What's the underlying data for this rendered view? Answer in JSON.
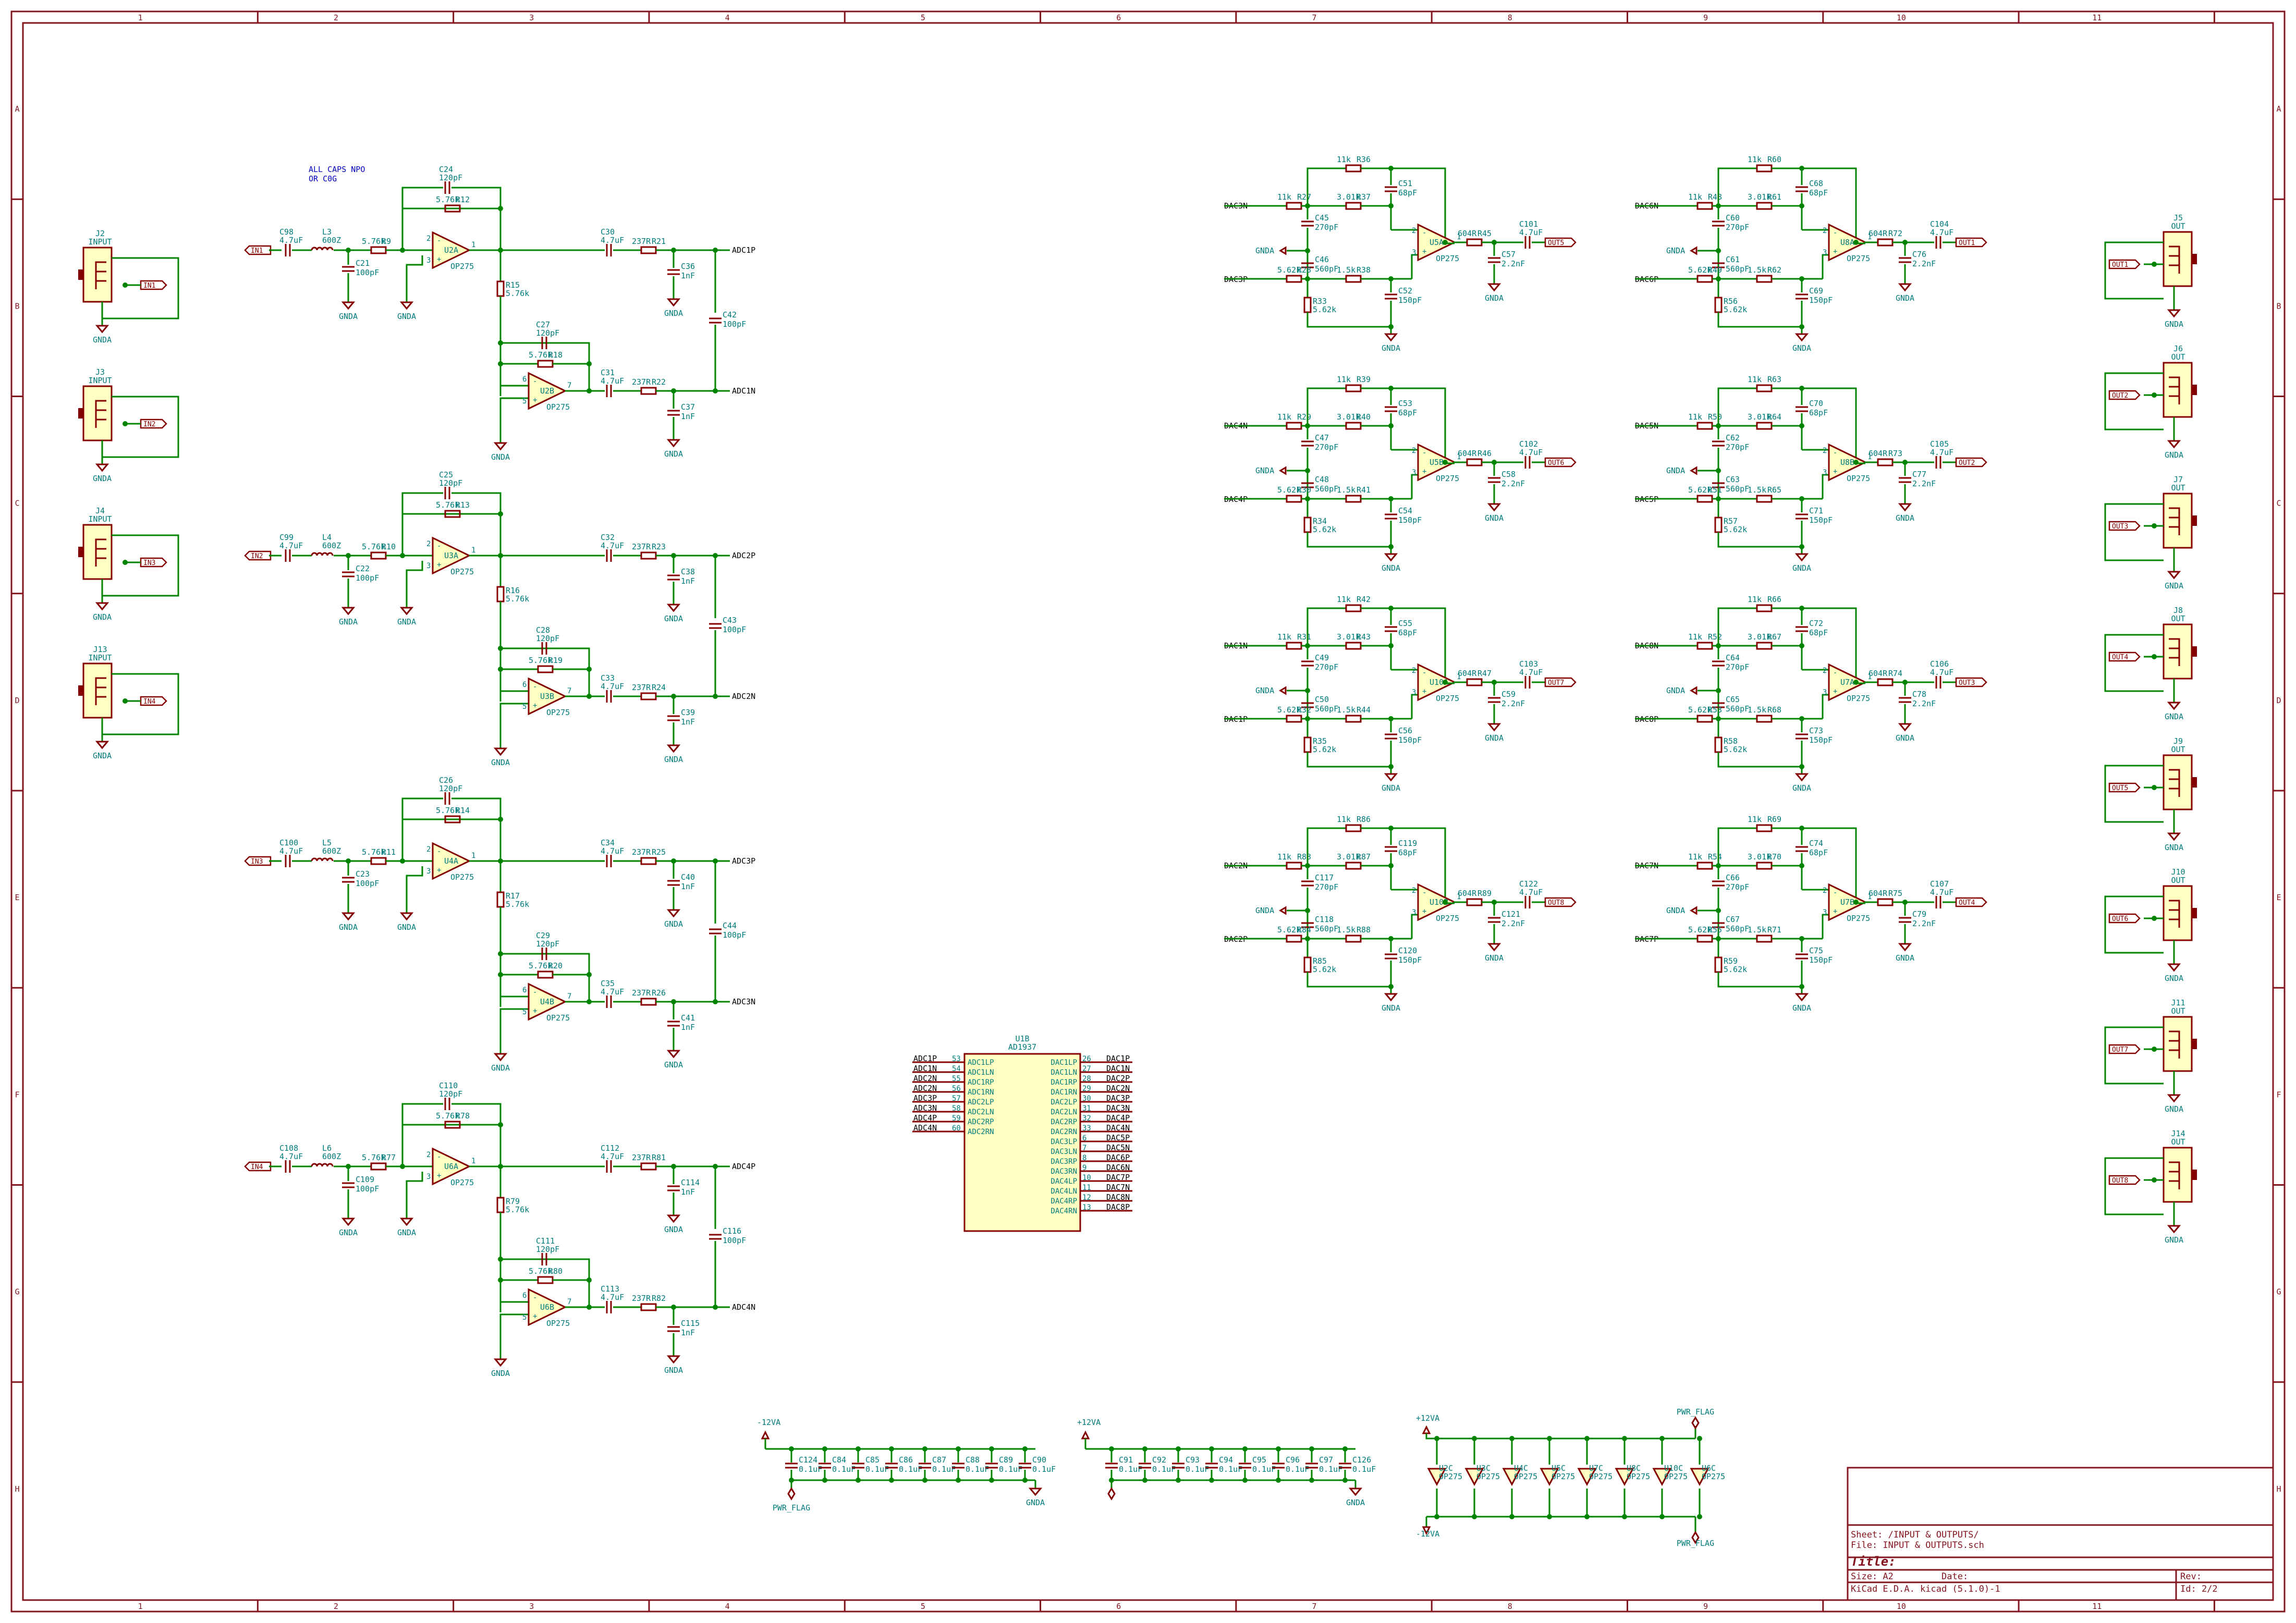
{
  "frame": {
    "col_labels": [
      "1",
      "2",
      "3",
      "4",
      "5",
      "6",
      "7",
      "8",
      "9",
      "10",
      "11"
    ],
    "row_labels": [
      "A",
      "B",
      "C",
      "D",
      "E",
      "F",
      "G",
      "H"
    ]
  },
  "note": {
    "line1": "ALL CAPS NPO",
    "line2": "OR C0G"
  },
  "inputs": [
    {
      "ref": "J2",
      "val": "INPUT",
      "net": "IN1"
    },
    {
      "ref": "J3",
      "val": "INPUT",
      "net": "IN2"
    },
    {
      "ref": "J4",
      "val": "INPUT",
      "net": "IN3"
    },
    {
      "ref": "J13",
      "val": "INPUT",
      "net": "IN4"
    }
  ],
  "outputs": [
    {
      "ref": "J5",
      "val": "OUT",
      "net": "OUT1"
    },
    {
      "ref": "J6",
      "val": "OUT",
      "net": "OUT2"
    },
    {
      "ref": "J7",
      "val": "OUT",
      "net": "OUT3"
    },
    {
      "ref": "J8",
      "val": "OUT",
      "net": "OUT4"
    },
    {
      "ref": "J9",
      "val": "OUT",
      "net": "OUT5"
    },
    {
      "ref": "J10",
      "val": "OUT",
      "net": "OUT6"
    },
    {
      "ref": "J11",
      "val": "OUT",
      "net": "OUT7"
    },
    {
      "ref": "J14",
      "val": "OUT",
      "net": "OUT8"
    }
  ],
  "adc_stages": [
    {
      "in": "IN1",
      "cin": "C98",
      "cinv": "4.7uF",
      "l": "L3",
      "lv": "600Z",
      "rin": "R9",
      "rinv": "5.76k",
      "cf": "C24",
      "cfv": "120pF",
      "rf": "R12",
      "rfv": "5.76k",
      "ua": "U2A",
      "ub": "U2B",
      "part": "OP275",
      "cg": "C21",
      "cgv": "100pF",
      "rd": "R15",
      "rdv": "5.76k",
      "cf2": "C27",
      "rf2": "R18",
      "co1": "C30",
      "co2": "C31",
      "cov": "4.7uF",
      "ro1": "R21",
      "ro2": "R22",
      "rov": "237R",
      "cs1": "C36",
      "cs2": "C37",
      "csv": "1nF",
      "cd": "C42",
      "cdv": "100pF",
      "np": "ADC1P",
      "nn": "ADC1N"
    },
    {
      "in": "IN2",
      "cin": "C99",
      "cinv": "4.7uF",
      "l": "L4",
      "lv": "600Z",
      "rin": "R10",
      "rinv": "5.76k",
      "cf": "C25",
      "cfv": "120pF",
      "rf": "R13",
      "rfv": "5.76k",
      "ua": "U3A",
      "ub": "U3B",
      "part": "OP275",
      "cg": "C22",
      "cgv": "100pF",
      "rd": "R16",
      "rdv": "5.76k",
      "cf2": "C28",
      "rf2": "R19",
      "co1": "C32",
      "co2": "C33",
      "cov": "4.7uF",
      "ro1": "R23",
      "ro2": "R24",
      "rov": "237R",
      "cs1": "C38",
      "cs2": "C39",
      "csv": "1nF",
      "cd": "C43",
      "cdv": "100pF",
      "np": "ADC2P",
      "nn": "ADC2N"
    },
    {
      "in": "IN3",
      "cin": "C100",
      "cinv": "4.7uF",
      "l": "L5",
      "lv": "600Z",
      "rin": "R11",
      "rinv": "5.76k",
      "cf": "C26",
      "cfv": "120pF",
      "rf": "R14",
      "rfv": "5.76k",
      "ua": "U4A",
      "ub": "U4B",
      "part": "OP275",
      "cg": "C23",
      "cgv": "100pF",
      "rd": "R17",
      "rdv": "5.76k",
      "cf2": "C29",
      "rf2": "R20",
      "co1": "C34",
      "co2": "C35",
      "cov": "4.7uF",
      "ro1": "R25",
      "ro2": "R26",
      "rov": "237R",
      "cs1": "C40",
      "cs2": "C41",
      "csv": "1nF",
      "cd": "C44",
      "cdv": "100pF",
      "np": "ADC3P",
      "nn": "ADC3N"
    },
    {
      "in": "IN4",
      "cin": "C108",
      "cinv": "4.7uF",
      "l": "L6",
      "lv": "600Z",
      "rin": "R77",
      "rinv": "5.76k",
      "cf": "C110",
      "cfv": "120pF",
      "rf": "R78",
      "rfv": "5.76k",
      "ua": "U6A",
      "ub": "U6B",
      "part": "OP275",
      "cg": "C109",
      "cgv": "100pF",
      "rd": "R79",
      "rdv": "5.76k",
      "cf2": "C111",
      "rf2": "R80",
      "co1": "C112",
      "co2": "C113",
      "cov": "4.7uF",
      "ro1": "R81",
      "ro2": "R82",
      "rov": "237R",
      "cs1": "C114",
      "cs2": "C115",
      "csv": "1nF",
      "cd": "C116",
      "cdv": "100pF",
      "np": "ADC4P",
      "nn": "ADC4N"
    }
  ],
  "dac_stages": [
    {
      "n": "DAC3N",
      "p": "DAC3P",
      "rt": "R36",
      "r1": "R27",
      "r2": "R37",
      "c1": "C51",
      "c2": "C45",
      "c3": "C46",
      "c4": "C52",
      "r3": "R28",
      "r4": "R38",
      "r5": "R33",
      "u": "U5A",
      "ro": "R45",
      "co": "C101",
      "cg": "C57",
      "out": "OUT5"
    },
    {
      "n": "DAC4N",
      "p": "DAC4P",
      "rt": "R39",
      "r1": "R29",
      "r2": "R40",
      "c1": "C53",
      "c2": "C47",
      "c3": "C48",
      "c4": "C54",
      "r3": "R30",
      "r4": "R41",
      "r5": "R34",
      "u": "U5B",
      "ro": "R46",
      "co": "C102",
      "cg": "C58",
      "out": "OUT6"
    },
    {
      "n": "DAC1N",
      "p": "DAC1P",
      "rt": "R42",
      "r1": "R31",
      "r2": "R43",
      "c1": "C55",
      "c2": "C49",
      "c3": "C50",
      "c4": "C56",
      "r3": "R32",
      "r4": "R44",
      "r5": "R35",
      "u": "U10A",
      "ro": "R47",
      "co": "C103",
      "cg": "C59",
      "out": "OUT7"
    },
    {
      "n": "DAC2N",
      "p": "DAC2P",
      "rt": "R86",
      "r1": "R83",
      "r2": "R87",
      "c1": "C119",
      "c2": "C117",
      "c3": "C118",
      "c4": "C120",
      "r3": "R84",
      "r4": "R88",
      "r5": "R85",
      "u": "U10B",
      "ro": "R89",
      "co": "C122",
      "cg": "C121",
      "out": "OUT8"
    },
    {
      "n": "DAC6N",
      "p": "DAC6P",
      "rt": "R60",
      "r1": "R48",
      "r2": "R61",
      "c1": "C68",
      "c2": "C60",
      "c3": "C61",
      "c4": "C69",
      "r3": "R49",
      "r4": "R62",
      "r5": "R56",
      "u": "U8A",
      "ro": "R72",
      "co": "C104",
      "cg": "C76",
      "out": "OUT1"
    },
    {
      "n": "DAC5N",
      "p": "DAC5P",
      "rt": "R63",
      "r1": "R50",
      "r2": "R64",
      "c1": "C70",
      "c2": "C62",
      "c3": "C63",
      "c4": "C71",
      "r3": "R51",
      "r4": "R65",
      "r5": "R57",
      "u": "U8B",
      "ro": "R73",
      "co": "C105",
      "cg": "C77",
      "out": "OUT2"
    },
    {
      "n": "DAC8N",
      "p": "DAC8P",
      "rt": "R66",
      "r1": "R52",
      "r2": "R67",
      "c1": "C72",
      "c2": "C64",
      "c3": "C65",
      "c4": "C73",
      "r3": "R53",
      "r4": "R68",
      "r5": "R58",
      "u": "U7A",
      "ro": "R74",
      "co": "C106",
      "cg": "C78",
      "out": "OUT3"
    },
    {
      "n": "DAC7N",
      "p": "DAC7P",
      "rt": "R69",
      "r1": "R54",
      "r2": "R70",
      "c1": "C74",
      "c2": "C66",
      "c3": "C67",
      "c4": "C75",
      "r3": "R55",
      "r4": "R71",
      "r5": "R59",
      "u": "U7B",
      "ro": "R75",
      "co": "C107",
      "cg": "C79",
      "out": "OUT4"
    }
  ],
  "dac_values": {
    "rt": "11k",
    "r1": "11k",
    "r2": "3.01k",
    "c1": "68pF",
    "c2": "270pF",
    "c3": "560pF",
    "c4": "150pF",
    "r3": "5.62k",
    "r4": "1.5k",
    "r5": "5.62k",
    "part": "OP275",
    "ro": "604R",
    "co": "4.7uF",
    "cg": "2.2nF",
    "gnd": "GNDA"
  },
  "codec": {
    "ref": "U1B",
    "part": "AD1937",
    "left_pins": [
      {
        "net": "ADC1P",
        "num": "53",
        "name": "ADC1LP"
      },
      {
        "net": "ADC1N",
        "num": "54",
        "name": "ADC1LN"
      },
      {
        "net": "ADC2N",
        "num": "55",
        "name": "ADC1RP"
      },
      {
        "net": "ADC2N",
        "num": "56",
        "name": "ADC1RN"
      },
      {
        "net": "ADC3P",
        "num": "57",
        "name": "ADC2LP"
      },
      {
        "net": "ADC3N",
        "num": "58",
        "name": "ADC2LN"
      },
      {
        "net": "ADC4P",
        "num": "59",
        "name": "ADC2RP"
      },
      {
        "net": "ADC4N",
        "num": "60",
        "name": "ADC2RN"
      }
    ],
    "right_pins": [
      {
        "name": "DAC1LP",
        "num": "26",
        "net": "DAC1P"
      },
      {
        "name": "DAC1LN",
        "num": "27",
        "net": "DAC1N"
      },
      {
        "name": "DAC1RP",
        "num": "28",
        "net": "DAC2P"
      },
      {
        "name": "DAC1RN",
        "num": "29",
        "net": "DAC2N"
      },
      {
        "name": "DAC2LP",
        "num": "30",
        "net": "DAC3P"
      },
      {
        "name": "DAC2LN",
        "num": "31",
        "net": "DAC3N"
      },
      {
        "name": "DAC2RP",
        "num": "32",
        "net": "DAC4P"
      },
      {
        "name": "DAC2RN",
        "num": "33",
        "net": "DAC4N"
      },
      {
        "name": "DAC3LP",
        "num": "6",
        "net": "DAC5P"
      },
      {
        "name": "DAC3LN",
        "num": "7",
        "net": "DAC5N"
      },
      {
        "name": "DAC3RP",
        "num": "8",
        "net": "DAC6P"
      },
      {
        "name": "DAC3RN",
        "num": "9",
        "net": "DAC6N"
      },
      {
        "name": "DAC4LP",
        "num": "10",
        "net": "DAC7P"
      },
      {
        "name": "DAC4LN",
        "num": "11",
        "net": "DAC7N"
      },
      {
        "name": "DAC4RP",
        "num": "12",
        "net": "DAC8N"
      },
      {
        "name": "DAC4RN",
        "num": "13",
        "net": "DAC8P"
      }
    ]
  },
  "power": {
    "neg_rail": "-12VA",
    "pos_rail": "+12VA",
    "flag": "PWR_FLAG",
    "gnd": "GNDA",
    "neg_caps": [
      {
        "ref": "C124",
        "val": "0.1uF"
      },
      {
        "ref": "C84",
        "val": "0.1uF"
      },
      {
        "ref": "C85",
        "val": "0.1uF"
      },
      {
        "ref": "C86",
        "val": "0.1uF"
      },
      {
        "ref": "C87",
        "val": "0.1uF"
      },
      {
        "ref": "C88",
        "val": "0.1uF"
      },
      {
        "ref": "C89",
        "val": "0.1uF"
      },
      {
        "ref": "C90",
        "val": "0.1uF"
      }
    ],
    "pos_caps": [
      {
        "ref": "C91",
        "val": "0.1uF"
      },
      {
        "ref": "C92",
        "val": "0.1uF"
      },
      {
        "ref": "C93",
        "val": "0.1uF"
      },
      {
        "ref": "C94",
        "val": "0.1uF"
      },
      {
        "ref": "C95",
        "val": "0.1uF"
      },
      {
        "ref": "C96",
        "val": "0.1uF"
      },
      {
        "ref": "C97",
        "val": "0.1uF"
      },
      {
        "ref": "C126",
        "val": "0.1uF"
      }
    ],
    "op_units": [
      {
        "ref": "U2C",
        "val": "OP275"
      },
      {
        "ref": "U3C",
        "val": "OP275"
      },
      {
        "ref": "U4C",
        "val": "OP275"
      },
      {
        "ref": "U5C",
        "val": "OP275"
      },
      {
        "ref": "U7C",
        "val": "OP275"
      },
      {
        "ref": "U8C",
        "val": "OP275"
      },
      {
        "ref": "U10C",
        "val": "OP275"
      },
      {
        "ref": "U6C",
        "val": "OP275"
      }
    ]
  },
  "title_block": {
    "sheet": "Sheet: /INPUT & OUTPUTS/",
    "file": "File: INPUT & OUTPUTS.sch",
    "title": "Title:",
    "size": "Size: A2",
    "date": "Date:",
    "rev": "Rev:",
    "tool": "KiCad E.D.A.  kicad (5.1.0)-1",
    "id": "Id: 2/2"
  }
}
